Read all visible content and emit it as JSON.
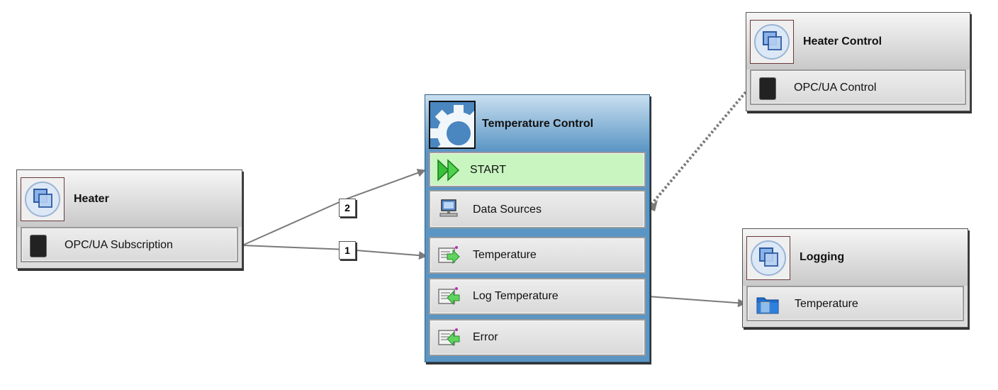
{
  "nodes": {
    "heater": {
      "title": "Heater",
      "ports": [
        {
          "label": "OPC/UA Subscription",
          "icon": "chip-icon"
        }
      ]
    },
    "heater_control": {
      "title": "Heater Control",
      "ports": [
        {
          "label": "OPC/UA Control",
          "icon": "chip-icon"
        }
      ]
    },
    "temperature_control": {
      "title": "Temperature Control",
      "icon": "gear-icon",
      "ports": [
        {
          "label": "START",
          "icon": "fast-forward-icon"
        },
        {
          "label": "Data Sources",
          "icon": "computer-icon"
        },
        {
          "label": "Temperature",
          "icon": "message-in-icon"
        },
        {
          "label": "Log Temperature",
          "icon": "message-out-icon"
        },
        {
          "label": "Error",
          "icon": "message-out-icon"
        }
      ]
    },
    "logging": {
      "title": "Logging",
      "ports": [
        {
          "label": "Temperature",
          "icon": "folder-icon"
        }
      ]
    }
  },
  "connection_labels": [
    "2",
    "1"
  ],
  "colors": {
    "start_port": "#c8f5c0",
    "node_blue": "#5a95c4",
    "wire": "#7a7a7a"
  }
}
